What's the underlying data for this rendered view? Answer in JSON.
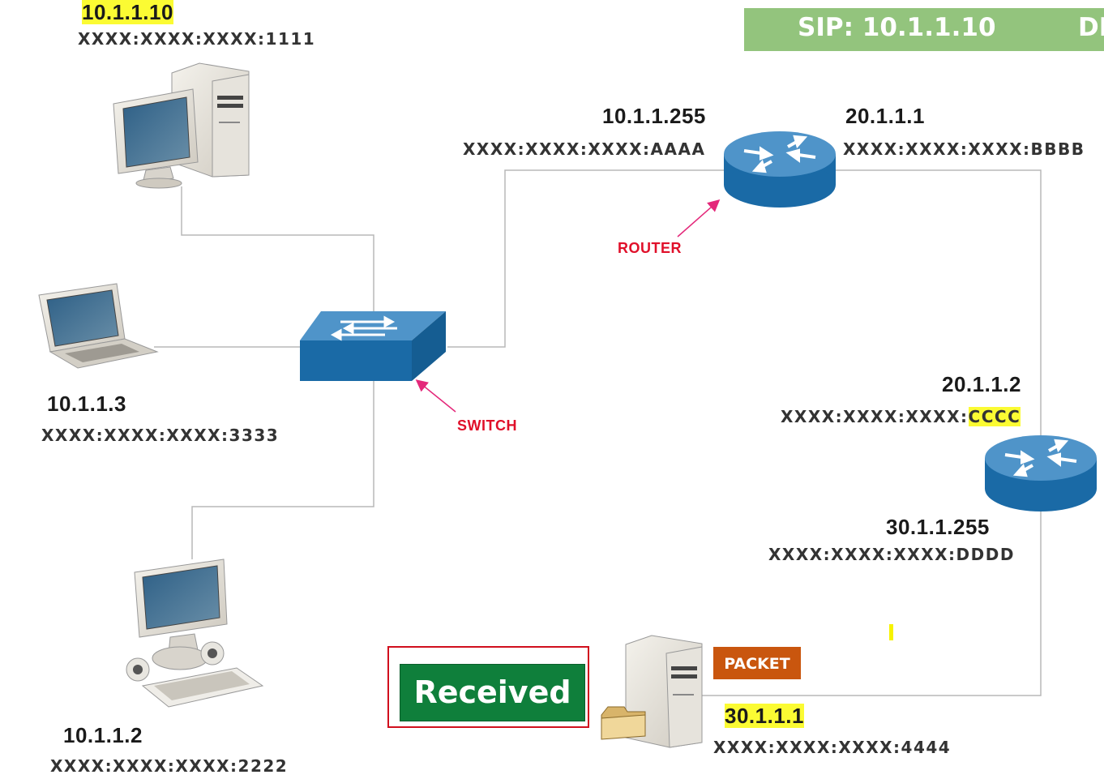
{
  "banner": {
    "sip": "SIP: 10.1.1.10",
    "cut": "DI"
  },
  "hosts": {
    "pc1": {
      "ip": "10.1.1.10",
      "mac": "XXXX:XXXX:XXXX:1111"
    },
    "laptop": {
      "ip": "10.1.1.3",
      "mac": "XXXX:XXXX:XXXX:3333"
    },
    "pc2": {
      "ip": "10.1.1.2",
      "mac": "XXXX:XXXX:XXXX:2222"
    },
    "server": {
      "ip": "30.1.1.1",
      "mac": "XXXX:XXXX:XXXX:4444"
    }
  },
  "router1": {
    "left_ip": "10.1.1.255",
    "left_mac": "XXXX:XXXX:XXXX:AAAA",
    "right_ip": "20.1.1.1",
    "right_mac": "XXXX:XXXX:XXXX:BBBB",
    "label": "ROUTER"
  },
  "router2": {
    "top_ip": "20.1.1.2",
    "top_mac_prefix": "XXXX:XXXX:XXXX:",
    "top_mac_suffix": "CCCC",
    "bottom_ip": "30.1.1.255",
    "bottom_mac": "XXXX:XXXX:XXXX:DDDD"
  },
  "switch_label": "SWITCH",
  "packet_label": "PACKET",
  "received_label": "Received",
  "colors": {
    "device_blue": "#1a6aa6",
    "banner_green": "#93c47d",
    "stamp_green": "#0f7f3b",
    "packet_orange": "#c9560e",
    "annotation_red": "#e0102a",
    "highlight_yellow": "#fbfb33"
  }
}
